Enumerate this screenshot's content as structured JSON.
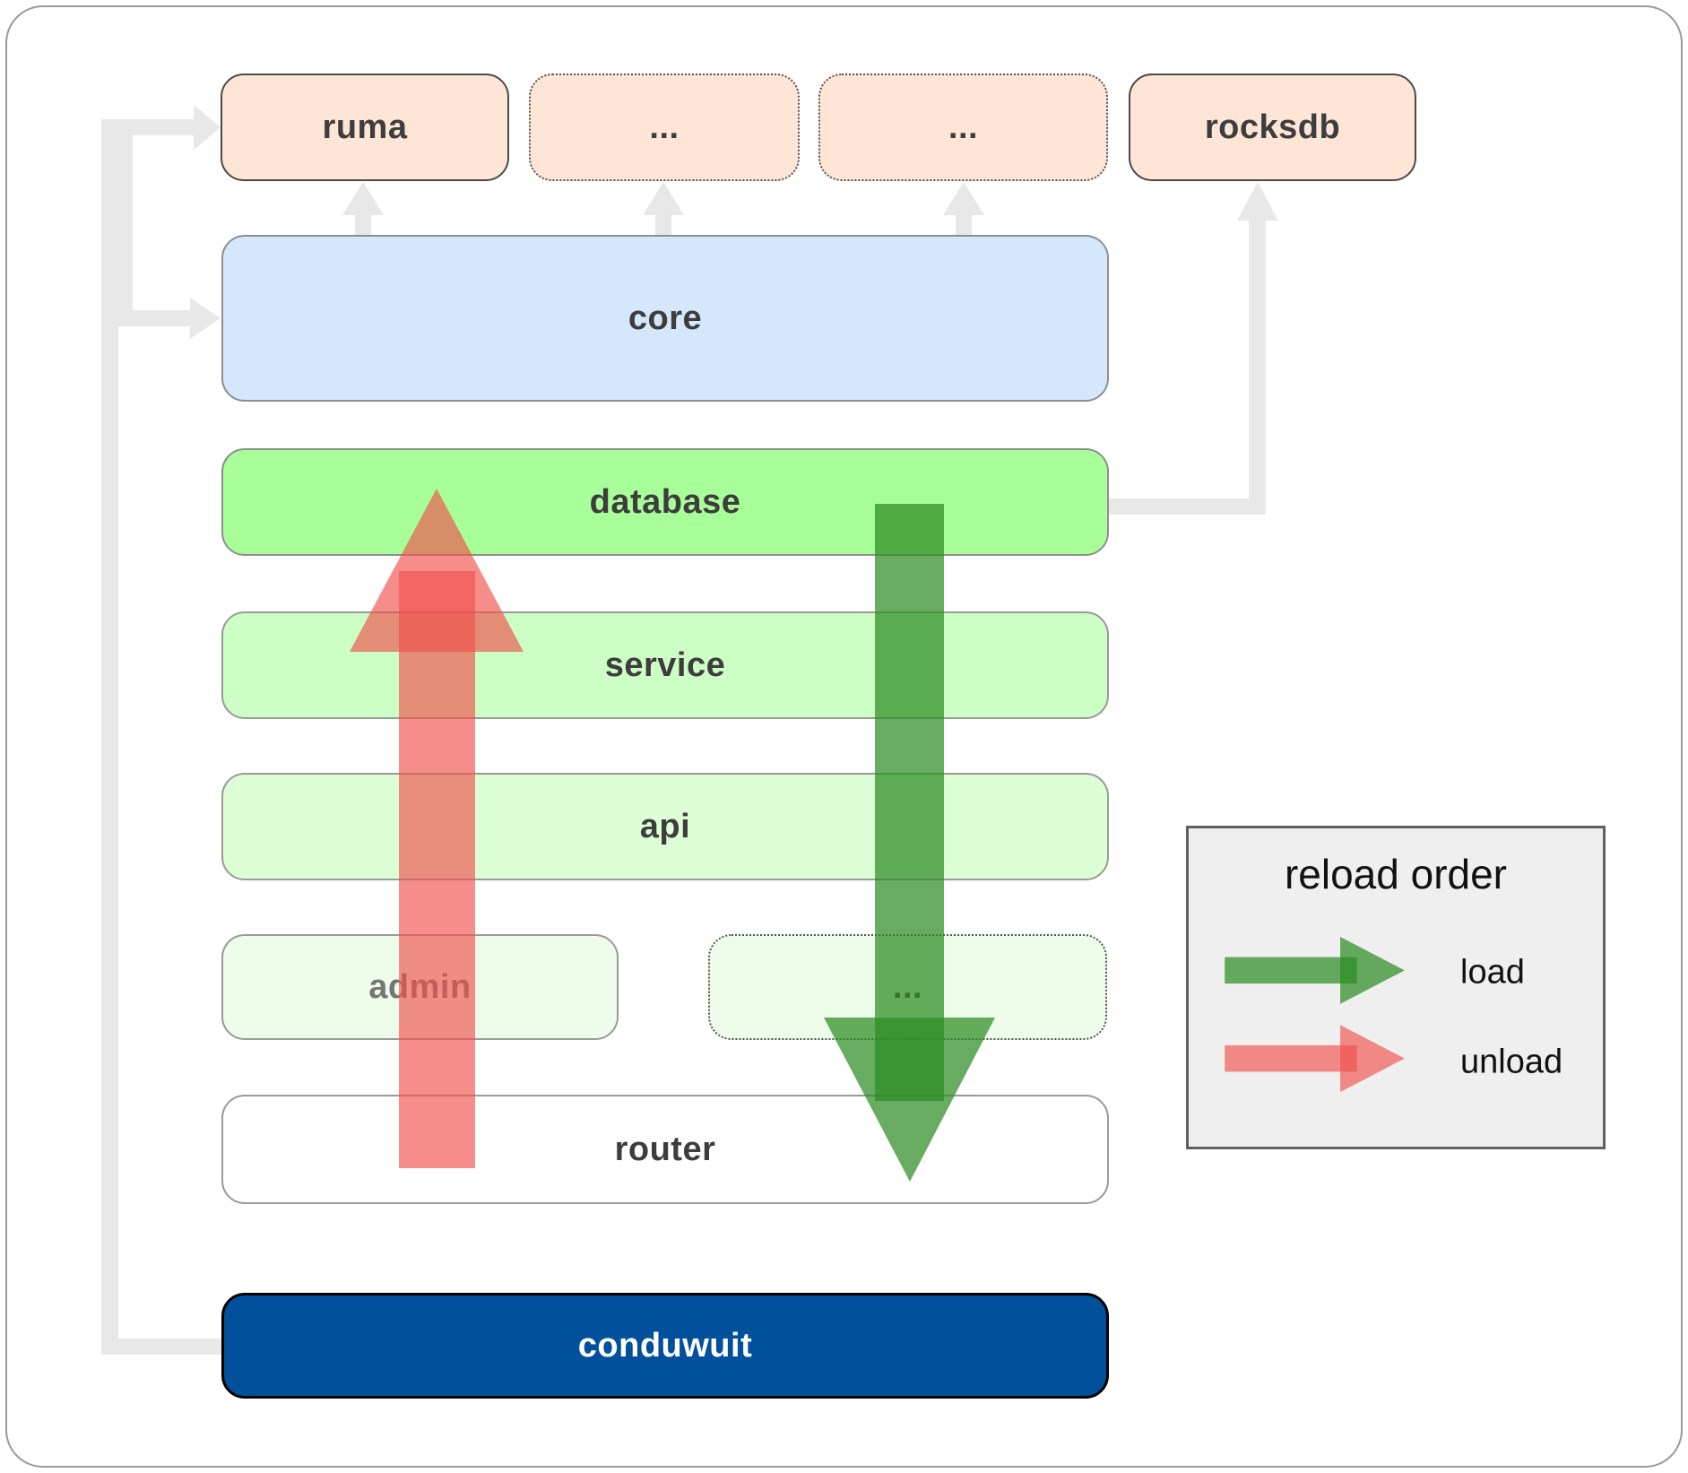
{
  "nodes": {
    "ruma": "ruma",
    "ellipsis_top_left": "...",
    "ellipsis_top_right": "...",
    "rocksdb": "rocksdb",
    "core": "core",
    "database": "database",
    "service": "service",
    "api": "api",
    "admin": "admin",
    "ellipsis_admin_row": "...",
    "router": "router",
    "conduwuit": "conduwuit"
  },
  "legend": {
    "title": "reload order",
    "items": [
      {
        "label": "load"
      },
      {
        "label": "unload"
      }
    ]
  },
  "colors": {
    "load_arrow": "#2d8c23",
    "unload_arrow": "#f0504b",
    "connector": "#e8e8e8",
    "fills": {
      "ruma": "#ffe5d6",
      "ellipsis_top_left": "#ffe5d6",
      "ellipsis_top_right": "#ffe5d6",
      "rocksdb": "#ffe5d6",
      "core": "#d4e7fb",
      "database": "#a8fe98",
      "service": "#ccfec5",
      "api": "#ddffd6",
      "admin": "#edfdea",
      "ellipsis_admin_row": "#edfdea",
      "router": "#ffffff",
      "conduwuit": "#01509c",
      "legend": "#efefef"
    }
  }
}
